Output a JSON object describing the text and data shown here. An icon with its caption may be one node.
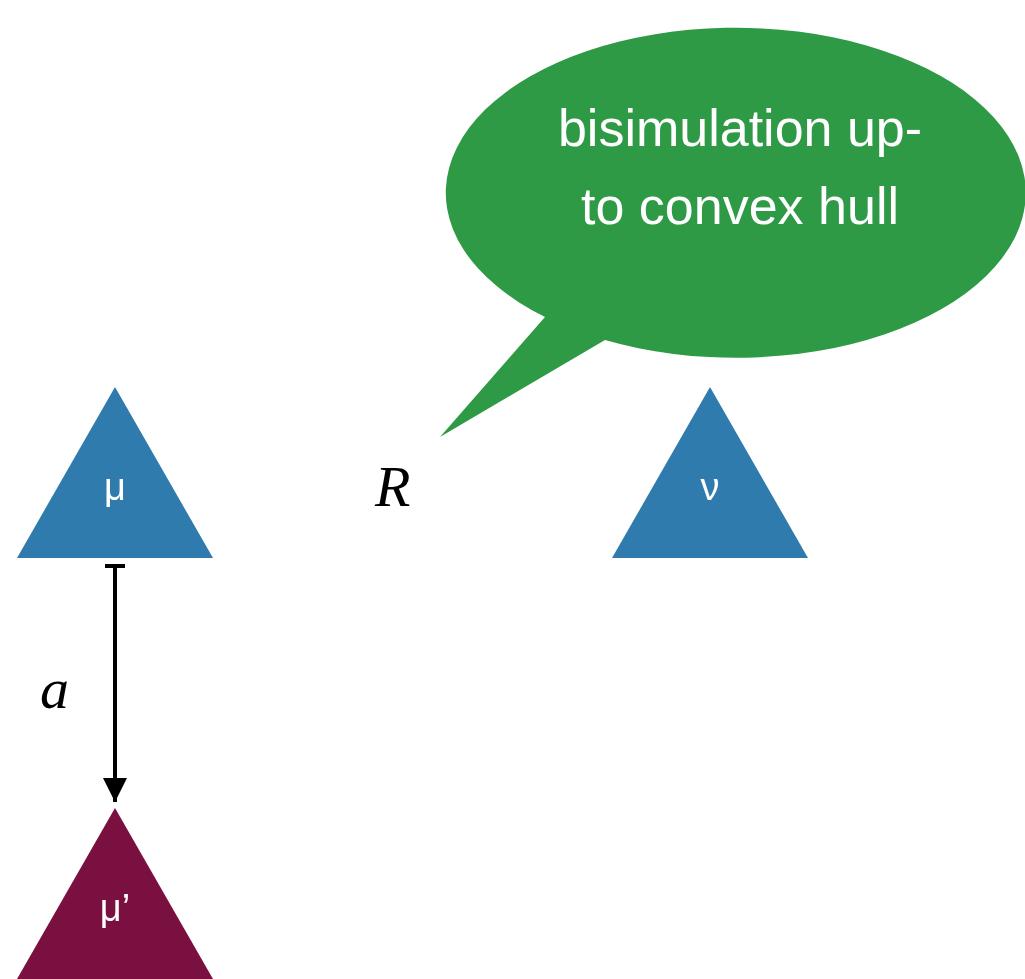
{
  "diagram": {
    "nodes": [
      {
        "text": [
          "bisimulation up-to convex hull"
        ]
      },
      {
        "text": [
          "μ"
        ]
      },
      {
        "text": [
          "ν"
        ]
      },
      {
        "text": [
          "μ’"
        ]
      }
    ],
    "edges": [
      {
        "from": 1,
        "to": 3,
        "arrow": "to",
        "label": "a"
      }
    ],
    "labels": [
      "R"
    ]
  }
}
